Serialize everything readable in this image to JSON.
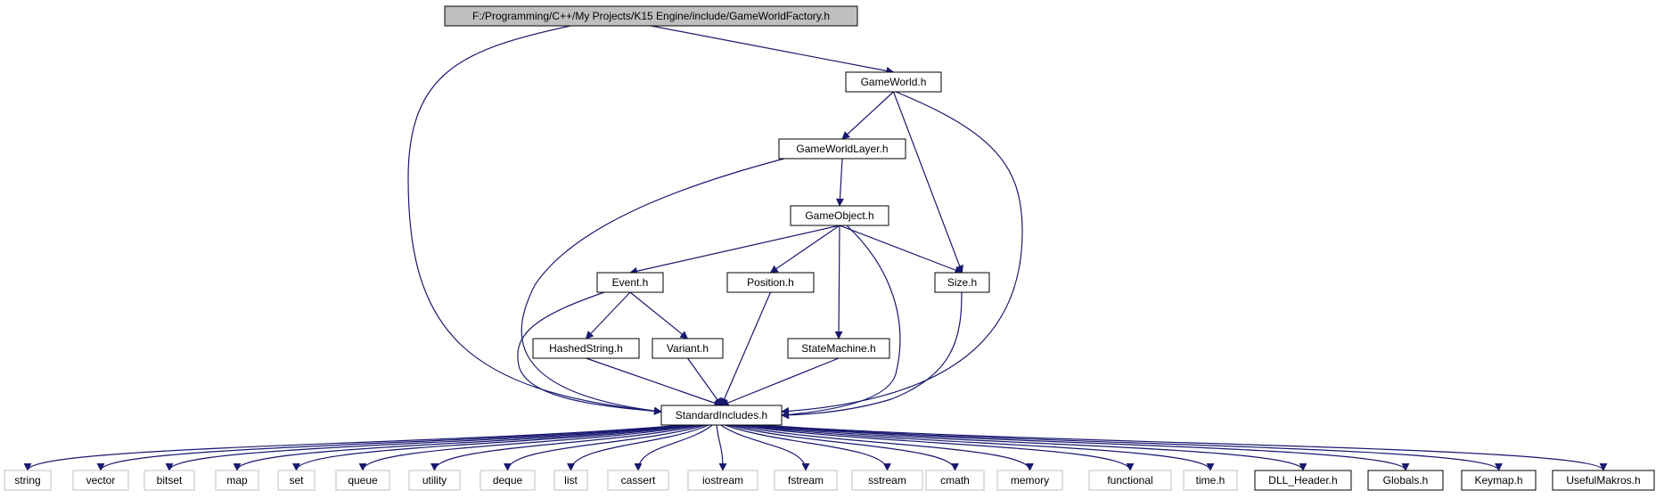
{
  "colors": {
    "edge": "#191970",
    "node_border": "#000000",
    "node_fill": "#ffffff",
    "root_fill": "#bfbfbf",
    "external_border": "#bfbfbf",
    "text": "#000000"
  },
  "nodes": [
    {
      "id": "root",
      "label": "F:/Programming/C++/My Projects/K15 Engine/include/GameWorldFactory.h",
      "kind": "root"
    },
    {
      "id": "gameworld",
      "label": "GameWorld.h",
      "kind": "local"
    },
    {
      "id": "gameworldlayer",
      "label": "GameWorldLayer.h",
      "kind": "local"
    },
    {
      "id": "gameobject",
      "label": "GameObject.h",
      "kind": "local"
    },
    {
      "id": "event",
      "label": "Event.h",
      "kind": "local"
    },
    {
      "id": "position",
      "label": "Position.h",
      "kind": "local"
    },
    {
      "id": "size",
      "label": "Size.h",
      "kind": "local"
    },
    {
      "id": "hashedstring",
      "label": "HashedString.h",
      "kind": "local"
    },
    {
      "id": "variant",
      "label": "Variant.h",
      "kind": "local"
    },
    {
      "id": "statemachine",
      "label": "StateMachine.h",
      "kind": "local"
    },
    {
      "id": "standardincludes",
      "label": "StandardIncludes.h",
      "kind": "local"
    },
    {
      "id": "string",
      "label": "string",
      "kind": "external"
    },
    {
      "id": "vector",
      "label": "vector",
      "kind": "external"
    },
    {
      "id": "bitset",
      "label": "bitset",
      "kind": "external"
    },
    {
      "id": "map",
      "label": "map",
      "kind": "external"
    },
    {
      "id": "set",
      "label": "set",
      "kind": "external"
    },
    {
      "id": "queue",
      "label": "queue",
      "kind": "external"
    },
    {
      "id": "utility",
      "label": "utility",
      "kind": "external"
    },
    {
      "id": "deque",
      "label": "deque",
      "kind": "external"
    },
    {
      "id": "list",
      "label": "list",
      "kind": "external"
    },
    {
      "id": "cassert",
      "label": "cassert",
      "kind": "external"
    },
    {
      "id": "iostream",
      "label": "iostream",
      "kind": "external"
    },
    {
      "id": "fstream",
      "label": "fstream",
      "kind": "external"
    },
    {
      "id": "sstream",
      "label": "sstream",
      "kind": "external"
    },
    {
      "id": "cmath",
      "label": "cmath",
      "kind": "external"
    },
    {
      "id": "memory",
      "label": "memory",
      "kind": "external"
    },
    {
      "id": "functional",
      "label": "functional",
      "kind": "external"
    },
    {
      "id": "time_h",
      "label": "time.h",
      "kind": "external"
    },
    {
      "id": "dll_header",
      "label": "DLL_Header.h",
      "kind": "local"
    },
    {
      "id": "globals",
      "label": "Globals.h",
      "kind": "local"
    },
    {
      "id": "keymap",
      "label": "Keymap.h",
      "kind": "local"
    },
    {
      "id": "usefulmakros",
      "label": "UsefulMakros.h",
      "kind": "local"
    }
  ],
  "edges": [
    [
      "root",
      "gameworld"
    ],
    [
      "root",
      "standardincludes"
    ],
    [
      "gameworld",
      "gameworldlayer"
    ],
    [
      "gameworld",
      "size"
    ],
    [
      "gameworld",
      "standardincludes"
    ],
    [
      "gameworldlayer",
      "gameobject"
    ],
    [
      "gameworldlayer",
      "standardincludes"
    ],
    [
      "gameobject",
      "event"
    ],
    [
      "gameobject",
      "position"
    ],
    [
      "gameobject",
      "size"
    ],
    [
      "gameobject",
      "statemachine"
    ],
    [
      "gameobject",
      "standardincludes"
    ],
    [
      "event",
      "hashedstring"
    ],
    [
      "event",
      "variant"
    ],
    [
      "event",
      "standardincludes"
    ],
    [
      "position",
      "standardincludes"
    ],
    [
      "size",
      "standardincludes"
    ],
    [
      "hashedstring",
      "standardincludes"
    ],
    [
      "variant",
      "standardincludes"
    ],
    [
      "statemachine",
      "standardincludes"
    ],
    [
      "standardincludes",
      "string"
    ],
    [
      "standardincludes",
      "vector"
    ],
    [
      "standardincludes",
      "bitset"
    ],
    [
      "standardincludes",
      "map"
    ],
    [
      "standardincludes",
      "set"
    ],
    [
      "standardincludes",
      "queue"
    ],
    [
      "standardincludes",
      "utility"
    ],
    [
      "standardincludes",
      "deque"
    ],
    [
      "standardincludes",
      "list"
    ],
    [
      "standardincludes",
      "cassert"
    ],
    [
      "standardincludes",
      "iostream"
    ],
    [
      "standardincludes",
      "fstream"
    ],
    [
      "standardincludes",
      "sstream"
    ],
    [
      "standardincludes",
      "cmath"
    ],
    [
      "standardincludes",
      "memory"
    ],
    [
      "standardincludes",
      "functional"
    ],
    [
      "standardincludes",
      "time_h"
    ],
    [
      "standardincludes",
      "dll_header"
    ],
    [
      "standardincludes",
      "globals"
    ],
    [
      "standardincludes",
      "keymap"
    ],
    [
      "standardincludes",
      "usefulmakros"
    ]
  ]
}
